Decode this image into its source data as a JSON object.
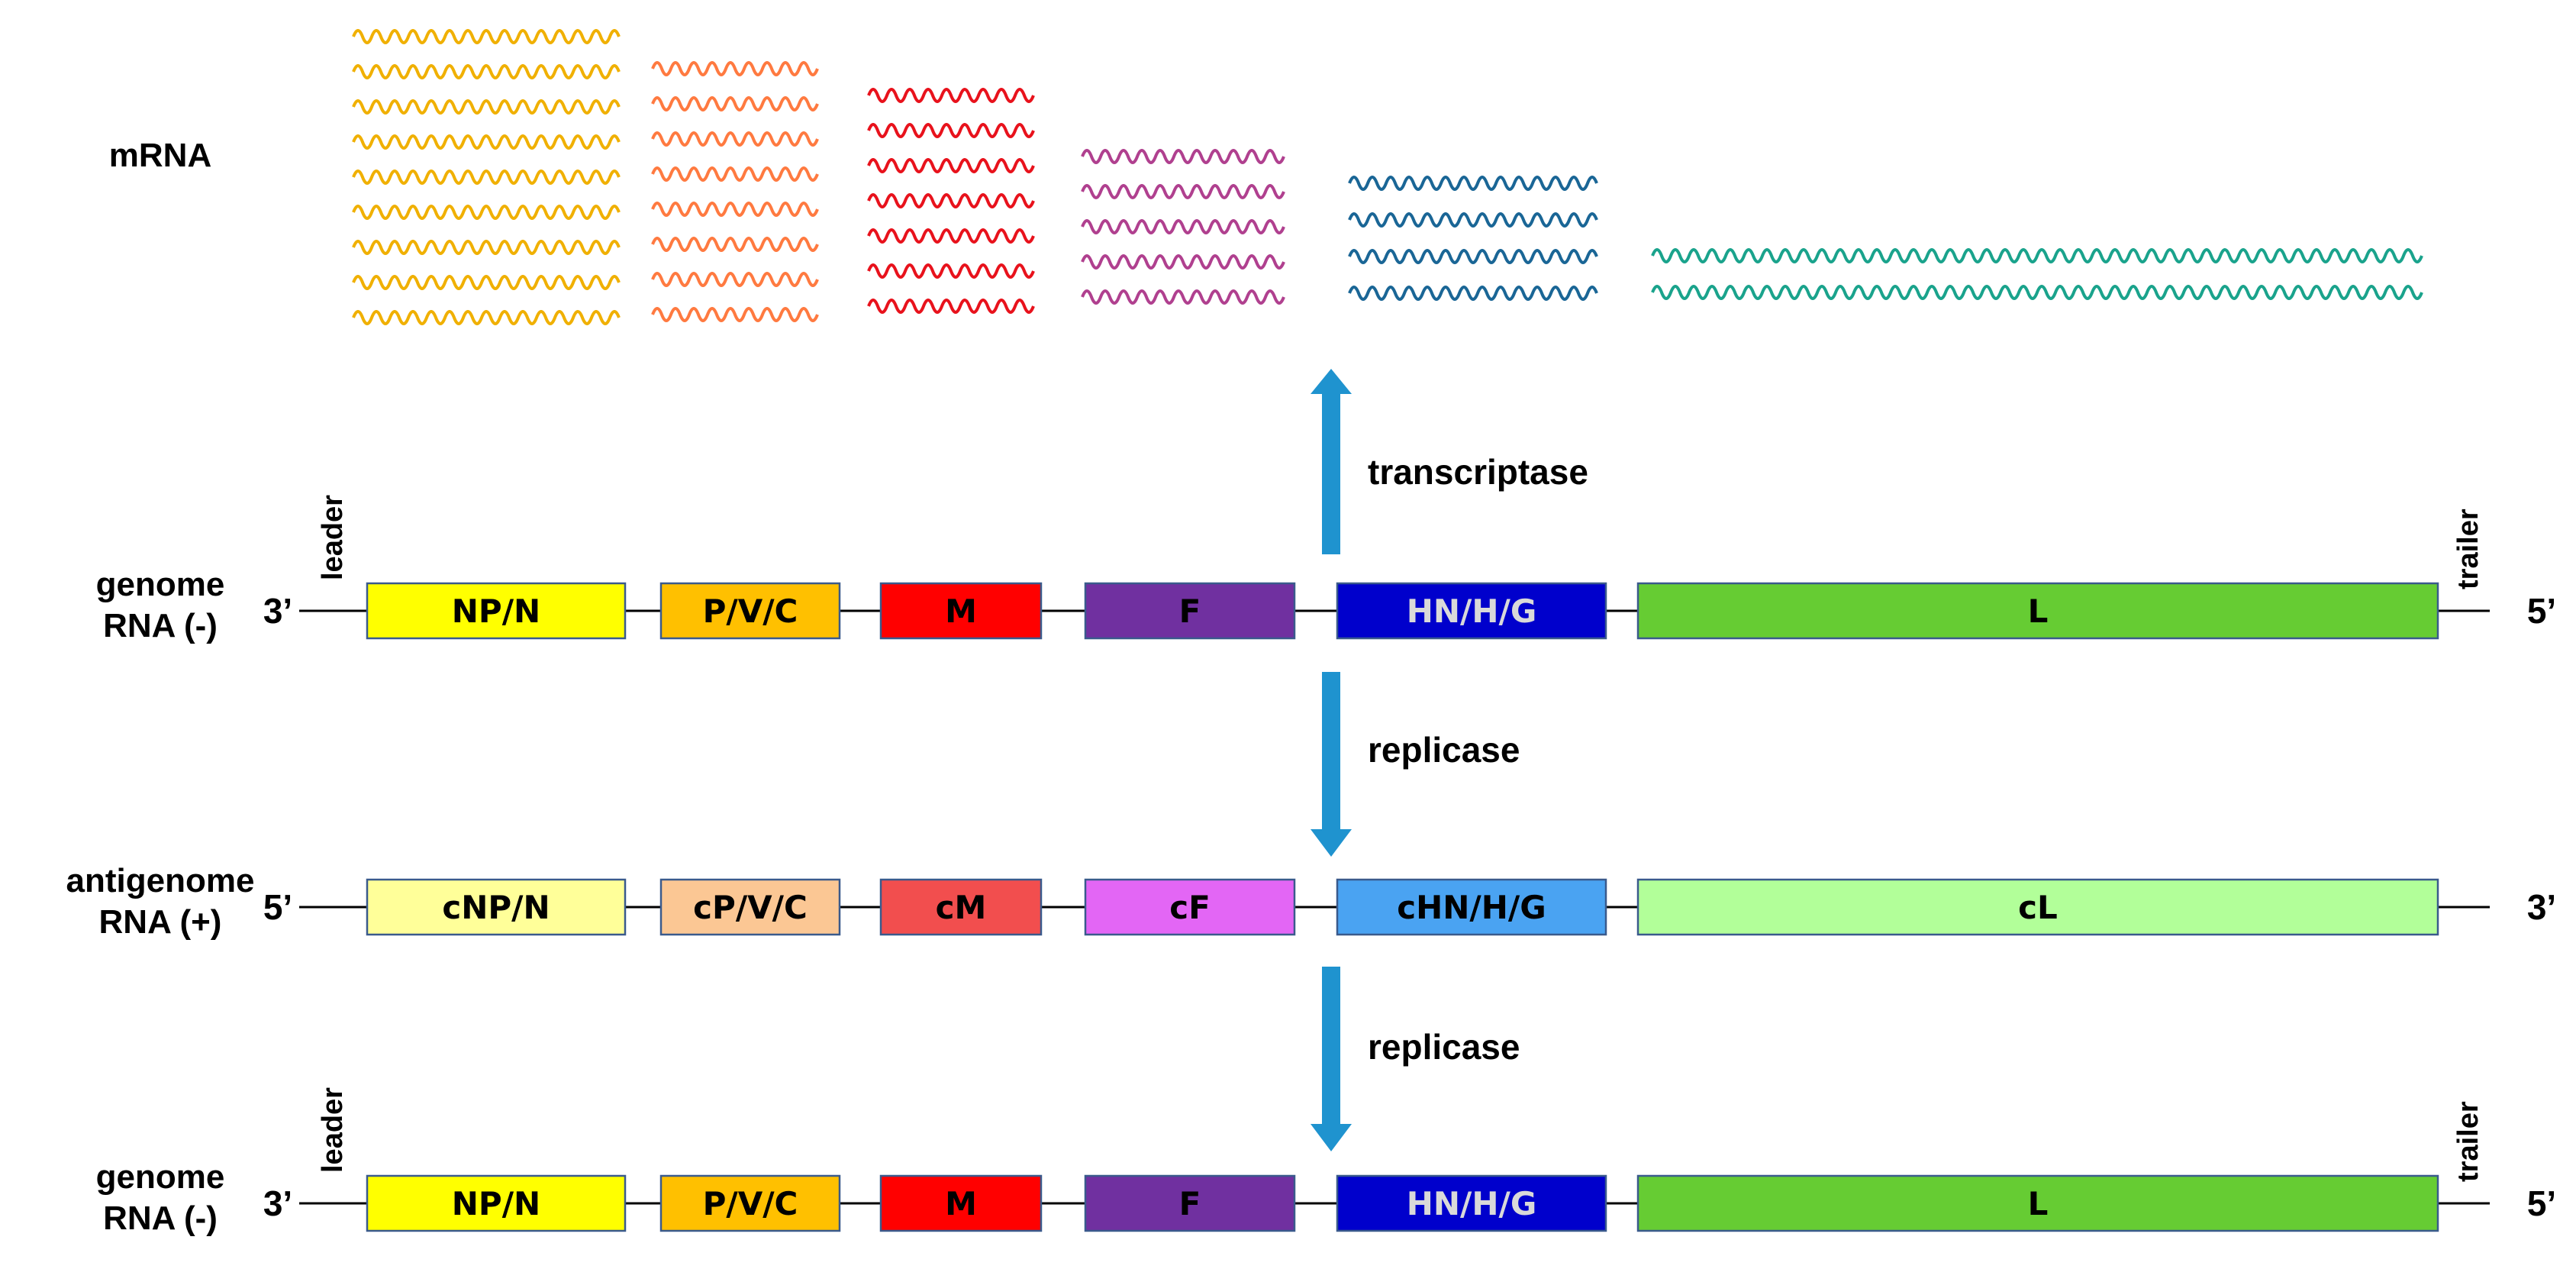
{
  "mrna_label": "mRNA",
  "arrows": {
    "transcriptase": "transcriptase",
    "replicase_1": "replicase",
    "replicase_2": "replicase"
  },
  "rows": [
    {
      "id": "genome-top",
      "label_line1": "genome",
      "label_line2": "RNA (-)",
      "left_end": "3’",
      "right_end": "5’",
      "leader": "leader",
      "trailer": "trailer",
      "genes": [
        {
          "name": "NP/N",
          "fill": "#ffff00",
          "text": "#000000"
        },
        {
          "name": "P/V/C",
          "fill": "#ffc000",
          "text": "#000000"
        },
        {
          "name": "M",
          "fill": "#ff0000",
          "text": "#000000"
        },
        {
          "name": "F",
          "fill": "#7030a0",
          "text": "#000000"
        },
        {
          "name": "HN/H/G",
          "fill": "#0000cc",
          "text": "#d9d9d9"
        },
        {
          "name": "L",
          "fill": "#66cc33",
          "text": "#000000"
        }
      ]
    },
    {
      "id": "antigenome",
      "label_line1": "antigenome",
      "label_line2": "RNA (+)",
      "left_end": "5’",
      "right_end": "3’",
      "leader": "",
      "trailer": "",
      "genes": [
        {
          "name": "cNP/N",
          "fill": "#ffff99",
          "text": "#000000"
        },
        {
          "name": "cP/V/C",
          "fill": "#fbc794",
          "text": "#000000"
        },
        {
          "name": "cM",
          "fill": "#f24e4e",
          "text": "#000000"
        },
        {
          "name": "cF",
          "fill": "#e366f5",
          "text": "#000000"
        },
        {
          "name": "cHN/H/G",
          "fill": "#4aa3f2",
          "text": "#000000"
        },
        {
          "name": "cL",
          "fill": "#b2ff99",
          "text": "#000000"
        }
      ]
    },
    {
      "id": "genome-bottom",
      "label_line1": "genome",
      "label_line2": "RNA (-)",
      "left_end": "3’",
      "right_end": "5’",
      "leader": "leader",
      "trailer": "trailer",
      "genes": [
        {
          "name": "NP/N",
          "fill": "#ffff00",
          "text": "#000000"
        },
        {
          "name": "P/V/C",
          "fill": "#ffc000",
          "text": "#000000"
        },
        {
          "name": "M",
          "fill": "#ff0000",
          "text": "#000000"
        },
        {
          "name": "F",
          "fill": "#7030a0",
          "text": "#000000"
        },
        {
          "name": "HN/H/G",
          "fill": "#0000cc",
          "text": "#d9d9d9"
        },
        {
          "name": "L",
          "fill": "#66cc33",
          "text": "#000000"
        }
      ]
    }
  ],
  "mrna_groups": [
    {
      "gene": "NP/N",
      "color": "#f0b000",
      "count": 9
    },
    {
      "gene": "P/V/C",
      "color": "#ff7a40",
      "count": 8
    },
    {
      "gene": "M",
      "color": "#e8121c",
      "count": 7
    },
    {
      "gene": "F",
      "color": "#b0408f",
      "count": 5
    },
    {
      "gene": "HN/H/G",
      "color": "#1a6696",
      "count": 4
    },
    {
      "gene": "L",
      "color": "#1aa38c",
      "count": 2
    }
  ],
  "colors": {
    "arrow": "#1f93cf",
    "backbone": "#000000",
    "box_stroke": "#3a5a8c"
  }
}
